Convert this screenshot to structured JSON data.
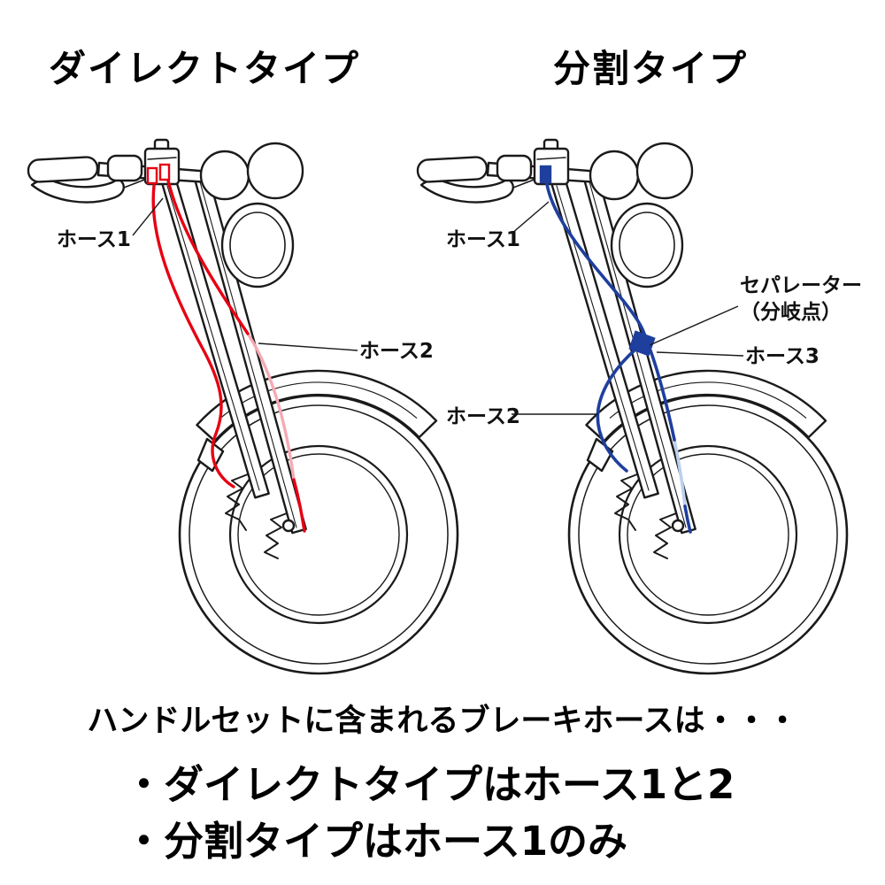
{
  "diagram": {
    "left": {
      "title": "ダイレクトタイプ",
      "labels": {
        "hose1": "ホース1",
        "hose2": "ホース2"
      }
    },
    "right": {
      "title": "分割タイプ",
      "labels": {
        "hose1": "ホース1",
        "hose2": "ホース2",
        "hose3": "ホース3",
        "separator": "セパレーター",
        "separator_sub": "（分岐点）"
      }
    }
  },
  "colors": {
    "outline": "#1a1a1a",
    "direct-hose": "#e60012",
    "direct-hose-light": "#f6aab4",
    "split-hose": "#1e3f9e",
    "split-hose-light": "#bcd0ee"
  },
  "footer": {
    "intro": "ハンドルセットに含まれるブレーキホースは・・・",
    "bullet_direct": "・ダイレクトタイプはホース1と2",
    "bullet_split": "・分割タイプはホース1のみ"
  }
}
